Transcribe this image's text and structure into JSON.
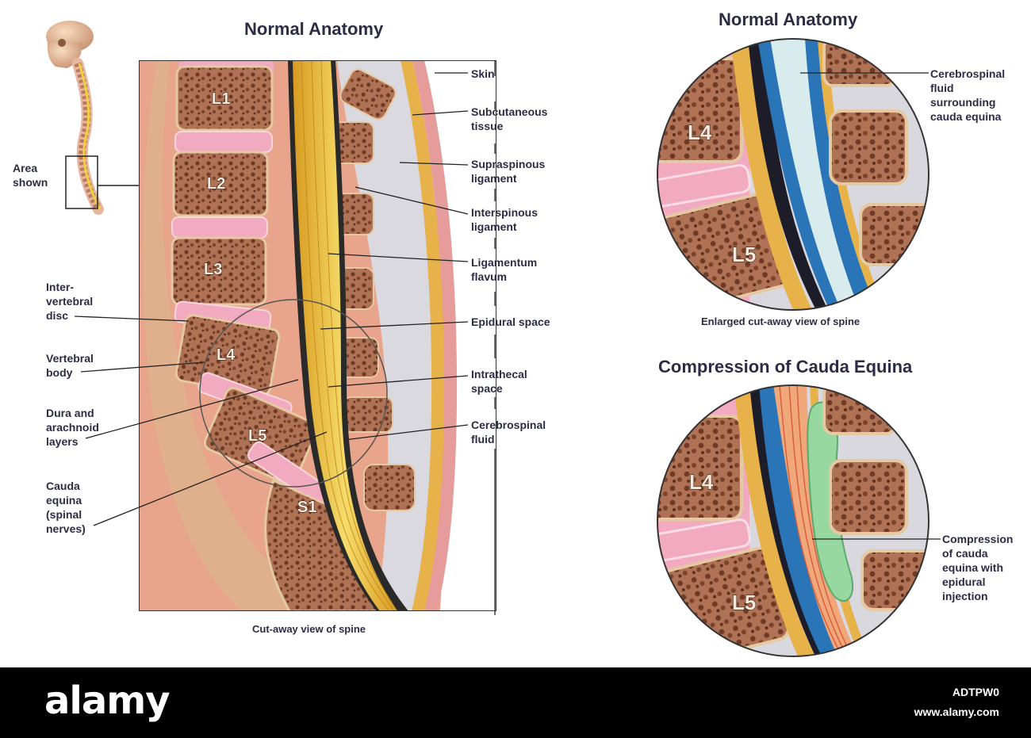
{
  "main_title": "Normal Anatomy",
  "main_caption": "Cut-away view of spine",
  "area_label": "Area\nshown",
  "vertebrae": [
    "L1",
    "L2",
    "L3",
    "L4",
    "L5",
    "S1"
  ],
  "left_labels": {
    "disc": "Inter-\nvertebral\ndisc",
    "body": "Vertebral\nbody",
    "dura": "Dura and\narachnoid\nlayers",
    "cauda": "Cauda\nequina\n(spinal\nnerves)"
  },
  "right_labels": {
    "skin": "Skin",
    "subcut": "Subcutaneous\ntissue",
    "supra": "Supraspinous\nligament",
    "inter": "Interspinous\nligament",
    "flavum": "Ligamentum\nflavum",
    "epidural": "Epidural space",
    "intrathecal": "Intrathecal\nspace",
    "csf": "Cerebrospinal\nfluid"
  },
  "inset_top": {
    "title": "Normal Anatomy",
    "caption": "Enlarged cut-away view of spine",
    "label": "Cerebrospinal\nfluid\nsurrounding\ncauda equina",
    "vertebrae": [
      "L4",
      "L5"
    ]
  },
  "inset_bottom": {
    "title": "Compression of Cauda Equina",
    "label": "Compression\nof cauda\nequina with\nepidural\ninjection",
    "vertebrae": [
      "L4",
      "L5"
    ]
  },
  "footer": {
    "brand": "alamy",
    "image_id": "ADTPW0",
    "site": "www.alamy.com"
  },
  "colors": {
    "bone": "#b5785a",
    "disc": "#f0a6bc",
    "nerve": "#f0c44a",
    "ligament": "#d6d6dc",
    "skin": "#e8a59a",
    "csf_blue": "#2a74b8",
    "injection": "#96d8a0"
  }
}
